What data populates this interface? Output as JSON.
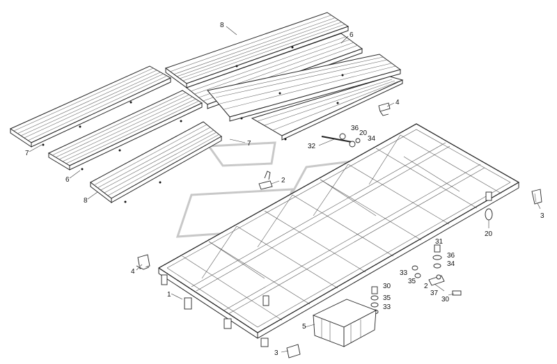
{
  "callouts": {
    "c8_top": "8",
    "c6_top": "6",
    "c4_top": "4",
    "c7_left": "7",
    "c6_left": "6",
    "c8_left": "8",
    "c7_mid": "7",
    "c32": "32",
    "c36_top": "36",
    "c20_top": "20",
    "c34_top": "34",
    "c2_top": "2",
    "c3_right": "3",
    "c20_right": "20",
    "c31": "31",
    "c36_right": "36",
    "c34_right": "34",
    "c33_mid": "33",
    "c35_mid": "35",
    "c2_right": "2",
    "c37": "37",
    "c30_right": "30",
    "c30_mid": "30",
    "c35_low": "35",
    "c33_low": "33",
    "c4_left": "4",
    "c1": "1",
    "c5": "5",
    "c3_bottom": "3"
  }
}
